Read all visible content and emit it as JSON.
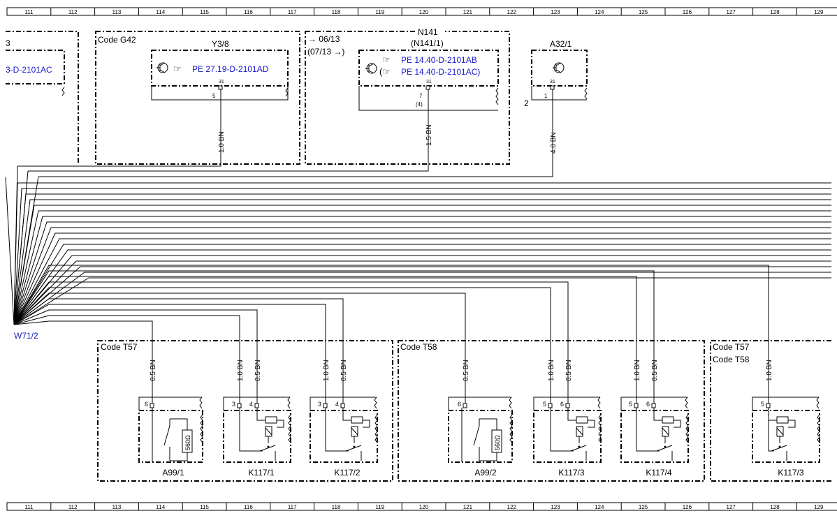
{
  "grid_columns": [
    "111",
    "112",
    "113",
    "114",
    "115",
    "116",
    "117",
    "118",
    "119",
    "120",
    "121",
    "122",
    "123",
    "124",
    "125",
    "126",
    "127",
    "128",
    "129"
  ],
  "top_components": {
    "left_partial": {
      "pe": "3-D-2101AC",
      "label": "3"
    },
    "y3_8": {
      "code": "Code G42",
      "name": "Y3/8",
      "pe": "PE 27.19-D-2101AD",
      "pin": "5",
      "ground_pin": "31",
      "wire": "1.0 BN"
    },
    "n141": {
      "name": "N141",
      "alt_name": "(N141/1)",
      "date1": "06/13",
      "date2": "(07/13",
      "pe1": "PE 14.40-D-2101AB",
      "pe2": "PE 14.40-D-2101AC)",
      "pin": "7",
      "pin_alt": "(4)",
      "ground_pin": "31",
      "wire": "1.5 BN"
    },
    "a32_1": {
      "name": "A32/1",
      "pin": "1",
      "ground_pin": "31",
      "side_label": "2",
      "wire": "4.0 BN"
    }
  },
  "harness": {
    "name": "W71/2"
  },
  "bottom_groups": [
    {
      "code": "Code T57"
    },
    {
      "code": "Code T58"
    },
    {
      "code": "Code T57",
      "code2": "Code T58"
    }
  ],
  "bottom_components": [
    {
      "name": "A99/1",
      "pins": [
        "6"
      ],
      "wires": [
        "0.5 BN"
      ],
      "resistor": "560Ω"
    },
    {
      "name": "K117/1",
      "pins": [
        "3",
        "4"
      ],
      "wires": [
        "1.0 BN",
        "0.5 BN"
      ]
    },
    {
      "name": "K117/2",
      "pins": [
        "3",
        "4"
      ],
      "wires": [
        "1.0 BN",
        "0.5 BN"
      ]
    },
    {
      "name": "A99/2",
      "pins": [
        "6"
      ],
      "wires": [
        "0.5 BN"
      ],
      "resistor": "560Ω"
    },
    {
      "name": "K117/3",
      "pins": [
        "5",
        "6"
      ],
      "wires": [
        "1.0 BN",
        "0.5 BN"
      ]
    },
    {
      "name": "K117/4",
      "pins": [
        "5",
        "6"
      ],
      "wires": [
        "1.0 BN",
        "0.5 BN"
      ]
    },
    {
      "name": "K117/3",
      "pins": [
        "5"
      ],
      "wires": [
        "1.0 BN"
      ]
    }
  ],
  "colors": {
    "link_blue": "#1a1acc",
    "line": "#000000"
  }
}
